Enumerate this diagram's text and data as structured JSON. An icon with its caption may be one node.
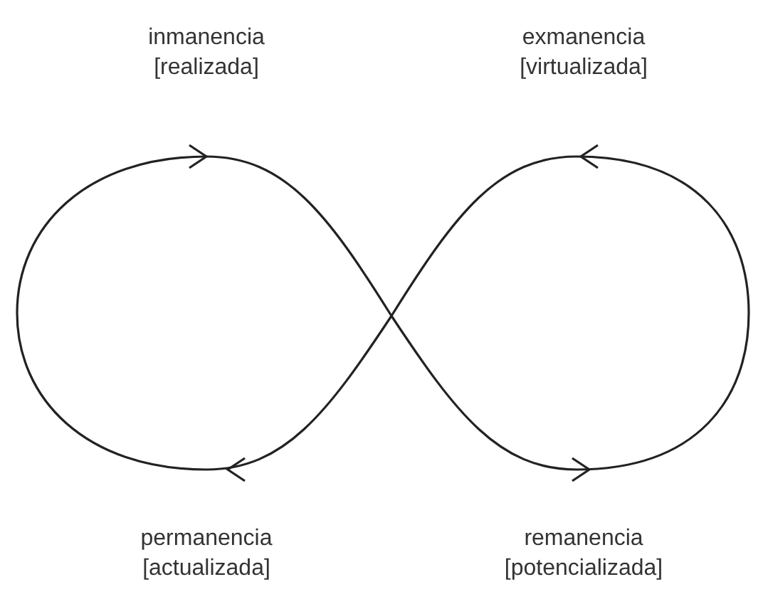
{
  "diagram": {
    "labels": [
      "inmanencia [realizada]",
      "exmanencia [virtualizada]",
      "permanencia [actualizada]",
      "remanencia [potencializada]"
    ]
  }
}
